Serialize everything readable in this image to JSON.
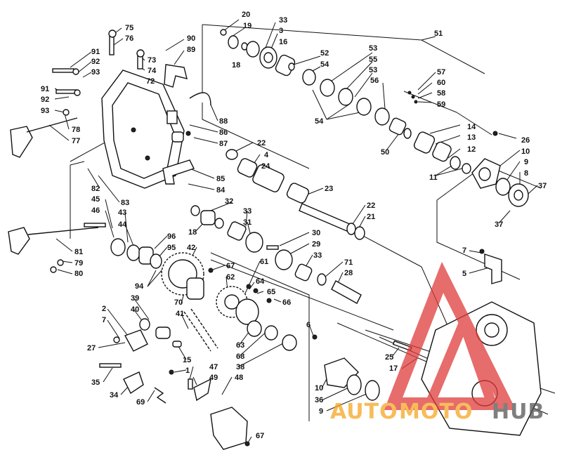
{
  "watermark": {
    "text_auto": "AUTO",
    "text_moto": "MOTO",
    "text_hub": "HUB",
    "color_main": "#f5a623",
    "color_red": "#e03b3b",
    "color_grey": "#555555"
  },
  "callouts": [
    {
      "id": "c-20",
      "label": "20"
    },
    {
      "id": "c-19",
      "label": "19"
    },
    {
      "id": "c-18a",
      "label": "18"
    },
    {
      "id": "c-33a",
      "label": "33"
    },
    {
      "id": "c-3",
      "label": "3"
    },
    {
      "id": "c-16",
      "label": "16"
    },
    {
      "id": "c-52",
      "label": "52"
    },
    {
      "id": "c-54a",
      "label": "54"
    },
    {
      "id": "c-53a",
      "label": "53"
    },
    {
      "id": "c-55",
      "label": "55"
    },
    {
      "id": "c-53b",
      "label": "53"
    },
    {
      "id": "c-56",
      "label": "56"
    },
    {
      "id": "c-54b",
      "label": "54"
    },
    {
      "id": "c-51",
      "label": "51"
    },
    {
      "id": "c-57",
      "label": "57"
    },
    {
      "id": "c-60",
      "label": "60"
    },
    {
      "id": "c-58",
      "label": "58"
    },
    {
      "id": "c-59",
      "label": "59"
    },
    {
      "id": "c-14",
      "label": "14"
    },
    {
      "id": "c-13",
      "label": "13"
    },
    {
      "id": "c-12",
      "label": "12"
    },
    {
      "id": "c-26",
      "label": "26"
    },
    {
      "id": "c-10a",
      "label": "10"
    },
    {
      "id": "c-9a",
      "label": "9"
    },
    {
      "id": "c-8",
      "label": "8"
    },
    {
      "id": "c-37a",
      "label": "37"
    },
    {
      "id": "c-37b",
      "label": "37"
    },
    {
      "id": "c-11",
      "label": "11"
    },
    {
      "id": "c-50",
      "label": "50"
    },
    {
      "id": "c-75",
      "label": "75"
    },
    {
      "id": "c-76",
      "label": "76"
    },
    {
      "id": "c-90",
      "label": "90"
    },
    {
      "id": "c-89",
      "label": "89"
    },
    {
      "id": "c-73",
      "label": "73"
    },
    {
      "id": "c-74",
      "label": "74"
    },
    {
      "id": "c-72",
      "label": "72"
    },
    {
      "id": "c-91a",
      "label": "91"
    },
    {
      "id": "c-92a",
      "label": "92"
    },
    {
      "id": "c-93a",
      "label": "93"
    },
    {
      "id": "c-91b",
      "label": "91"
    },
    {
      "id": "c-92b",
      "label": "92"
    },
    {
      "id": "c-93b",
      "label": "93"
    },
    {
      "id": "c-78",
      "label": "78"
    },
    {
      "id": "c-77",
      "label": "77"
    },
    {
      "id": "c-88",
      "label": "88"
    },
    {
      "id": "c-86",
      "label": "86"
    },
    {
      "id": "c-87",
      "label": "87"
    },
    {
      "id": "c-22a",
      "label": "22"
    },
    {
      "id": "c-4",
      "label": "4"
    },
    {
      "id": "c-24",
      "label": "24"
    },
    {
      "id": "c-85",
      "label": "85"
    },
    {
      "id": "c-84",
      "label": "84"
    },
    {
      "id": "c-82",
      "label": "82"
    },
    {
      "id": "c-83",
      "label": "83"
    },
    {
      "id": "c-23",
      "label": "23"
    },
    {
      "id": "c-32",
      "label": "32"
    },
    {
      "id": "c-18b",
      "label": "18"
    },
    {
      "id": "c-22b",
      "label": "22"
    },
    {
      "id": "c-21",
      "label": "21"
    },
    {
      "id": "c-45",
      "label": "45"
    },
    {
      "id": "c-46",
      "label": "46"
    },
    {
      "id": "c-43",
      "label": "43"
    },
    {
      "id": "c-44",
      "label": "44"
    },
    {
      "id": "c-33b",
      "label": "33"
    },
    {
      "id": "c-31",
      "label": "31"
    },
    {
      "id": "c-30",
      "label": "30"
    },
    {
      "id": "c-29",
      "label": "29"
    },
    {
      "id": "c-33c",
      "label": "33"
    },
    {
      "id": "c-96",
      "label": "96"
    },
    {
      "id": "c-95",
      "label": "95"
    },
    {
      "id": "c-42",
      "label": "42"
    },
    {
      "id": "c-81",
      "label": "81"
    },
    {
      "id": "c-79",
      "label": "79"
    },
    {
      "id": "c-80",
      "label": "80"
    },
    {
      "id": "c-67a",
      "label": "67"
    },
    {
      "id": "c-62",
      "label": "62"
    },
    {
      "id": "c-61",
      "label": "61"
    },
    {
      "id": "c-71",
      "label": "71"
    },
    {
      "id": "c-28",
      "label": "28"
    },
    {
      "id": "c-94",
      "label": "94"
    },
    {
      "id": "c-64",
      "label": "64"
    },
    {
      "id": "c-65",
      "label": "65"
    },
    {
      "id": "c-66",
      "label": "66"
    },
    {
      "id": "c-70",
      "label": "70"
    },
    {
      "id": "c-39",
      "label": "39"
    },
    {
      "id": "c-40",
      "label": "40"
    },
    {
      "id": "c-41",
      "label": "41"
    },
    {
      "id": "c-2",
      "label": "2"
    },
    {
      "id": "c-7a",
      "label": "7"
    },
    {
      "id": "c-27",
      "label": "27"
    },
    {
      "id": "c-63",
      "label": "63"
    },
    {
      "id": "c-68",
      "label": "68"
    },
    {
      "id": "c-38",
      "label": "38"
    },
    {
      "id": "c-6",
      "label": "6"
    },
    {
      "id": "c-15",
      "label": "15"
    },
    {
      "id": "c-1",
      "label": "1"
    },
    {
      "id": "c-47",
      "label": "47"
    },
    {
      "id": "c-49",
      "label": "49"
    },
    {
      "id": "c-48",
      "label": "48"
    },
    {
      "id": "c-35",
      "label": "35"
    },
    {
      "id": "c-34",
      "label": "34"
    },
    {
      "id": "c-69",
      "label": "69"
    },
    {
      "id": "c-67b",
      "label": "67"
    },
    {
      "id": "c-10b",
      "label": "10"
    },
    {
      "id": "c-36",
      "label": "36"
    },
    {
      "id": "c-9b",
      "label": "9"
    },
    {
      "id": "c-25",
      "label": "25"
    },
    {
      "id": "c-17",
      "label": "17"
    },
    {
      "id": "c-7b",
      "label": "7"
    },
    {
      "id": "c-5",
      "label": "5"
    }
  ]
}
